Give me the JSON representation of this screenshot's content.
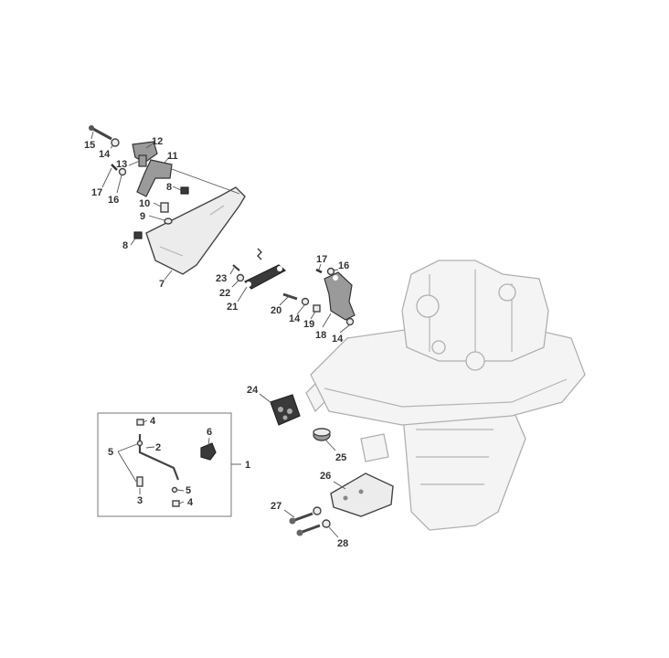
{
  "callouts": {
    "c1": "1",
    "c2": "2",
    "c3": "3",
    "c4a": "4",
    "c4b": "4",
    "c5a": "5",
    "c5b": "5",
    "c6": "6",
    "c7": "7",
    "c8a": "8",
    "c8b": "8",
    "c9": "9",
    "c10": "10",
    "c11": "11",
    "c12": "12",
    "c13": "13",
    "c14a": "14",
    "c14b": "14",
    "c14c": "14",
    "c15": "15",
    "c16a": "16",
    "c16b": "16",
    "c17a": "17",
    "c17b": "17",
    "c18": "18",
    "c19": "19",
    "c20": "20",
    "c21": "21",
    "c22": "22",
    "c23": "23",
    "c24": "24",
    "c25": "25",
    "c26": "26",
    "c27": "27",
    "c28": "28"
  },
  "colors": {
    "ink": "#333333",
    "ghost": "#b0b0b0",
    "dark_part": "#3a3a3a"
  }
}
